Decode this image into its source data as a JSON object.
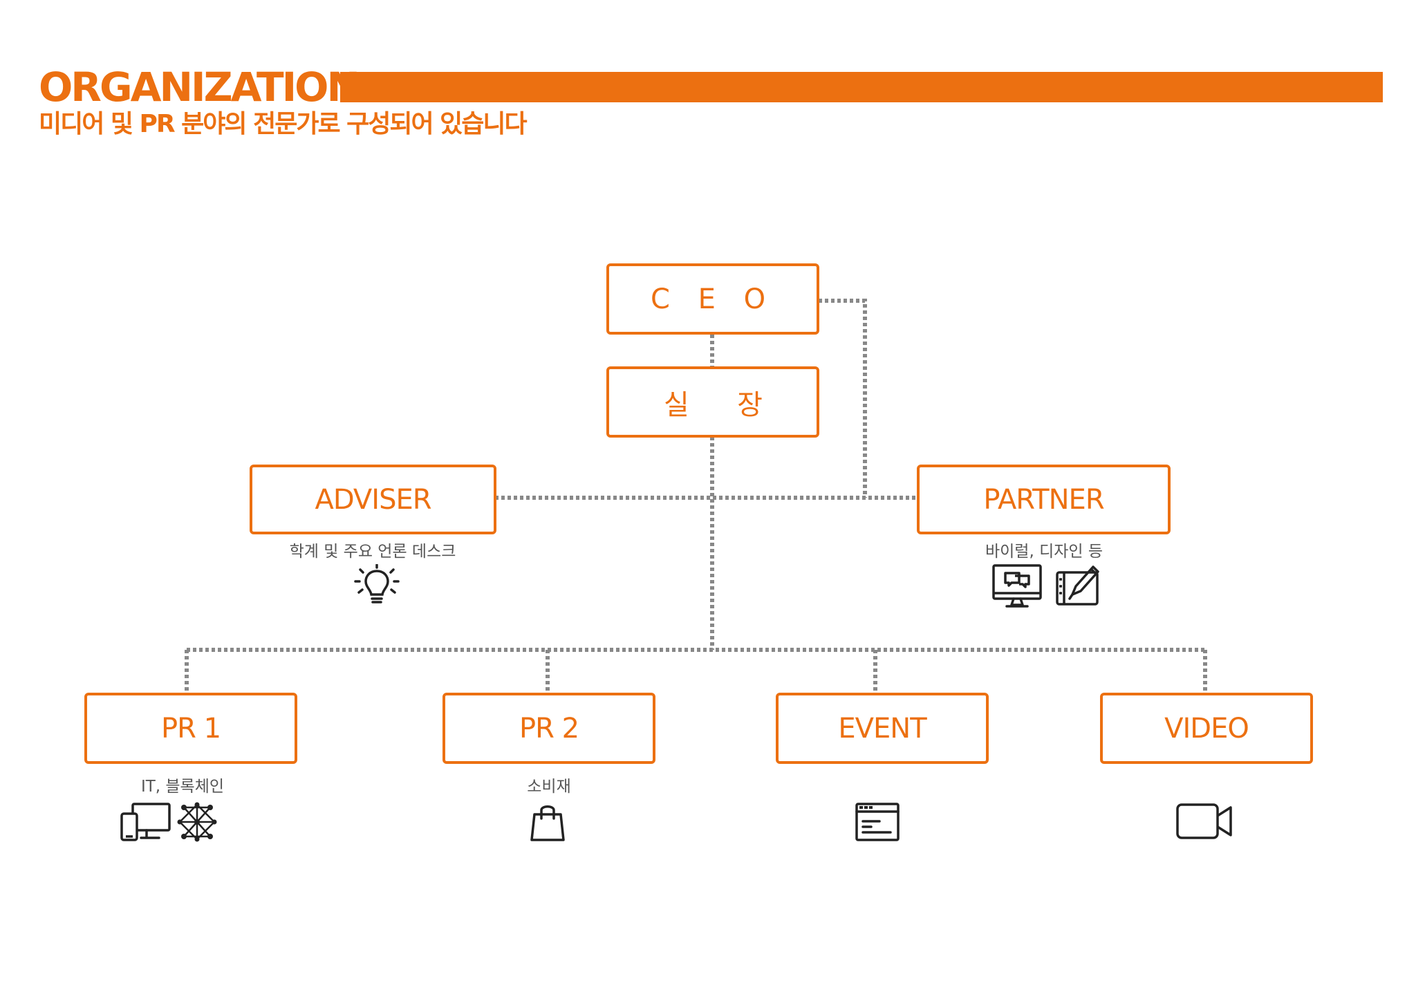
{
  "header": {
    "title": "ORGANIZATION",
    "subtitle": "미디어 및 PR 분야의 전문가로 구성되어 있습니다"
  },
  "colors": {
    "accent": "#ec7011",
    "connector": "#888888",
    "icon": "#222222"
  },
  "nodes": {
    "ceo": {
      "label": "C E O"
    },
    "director": {
      "label": "실      장"
    },
    "adviser": {
      "label": "ADVISER",
      "sub": "학계 및 주요 언론 데스크",
      "icons": [
        "lightbulb-icon"
      ]
    },
    "partner": {
      "label": "PARTNER",
      "sub": "바이럴, 디자인 등",
      "icons": [
        "monitor-chat-icon",
        "design-tablet-icon"
      ]
    },
    "pr1": {
      "label": "PR 1",
      "sub": "IT, 블록체인",
      "icons": [
        "devices-icon",
        "network-icon"
      ]
    },
    "pr2": {
      "label": "PR 2",
      "sub": "소비재",
      "icons": [
        "shopping-bag-icon"
      ]
    },
    "event": {
      "label": "EVENT",
      "icons": [
        "browser-window-icon"
      ]
    },
    "video": {
      "label": "VIDEO",
      "icons": [
        "video-camera-icon"
      ]
    }
  }
}
